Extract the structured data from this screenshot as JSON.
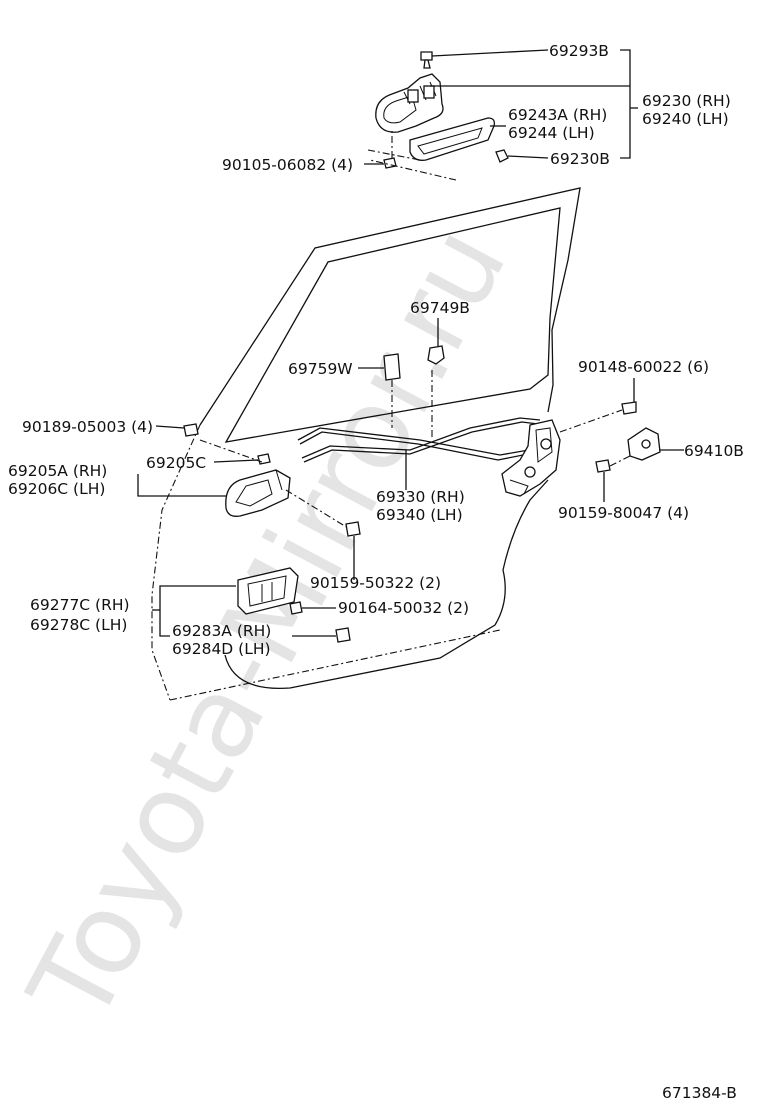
{
  "watermark": "Toyota-Mirror.ru",
  "diagram_id": "671384-B",
  "labels": {
    "p69293B": "69293B",
    "p69230RH": "69230 (RH)",
    "p69240LH": "69240 (LH)",
    "p69243A": "69243A (RH)",
    "p69244": "69244   (LH)",
    "p90105": "90105-06082 (4)",
    "p69230B": "69230B",
    "p69749B": "69749B",
    "p69759W": "69759W",
    "p90148": "90148-60022 (6)",
    "p90189": "90189-05003 (4)",
    "p69410B": "69410B",
    "p69205A": "69205A (RH)",
    "p69206C": "69206C (LH)",
    "p69205C": "69205C",
    "p69330": "69330 (RH)",
    "p69340": "69340 (LH)",
    "p90159_80047": "90159-80047 (4)",
    "p90159_50322": "90159-50322 (2)",
    "p69277C": "69277C (RH)",
    "p69278C": "69278C (LH)",
    "p90164": "90164-50032 (2)",
    "p69283A": "69283A (RH)",
    "p69284D": "69284D (LH)"
  }
}
